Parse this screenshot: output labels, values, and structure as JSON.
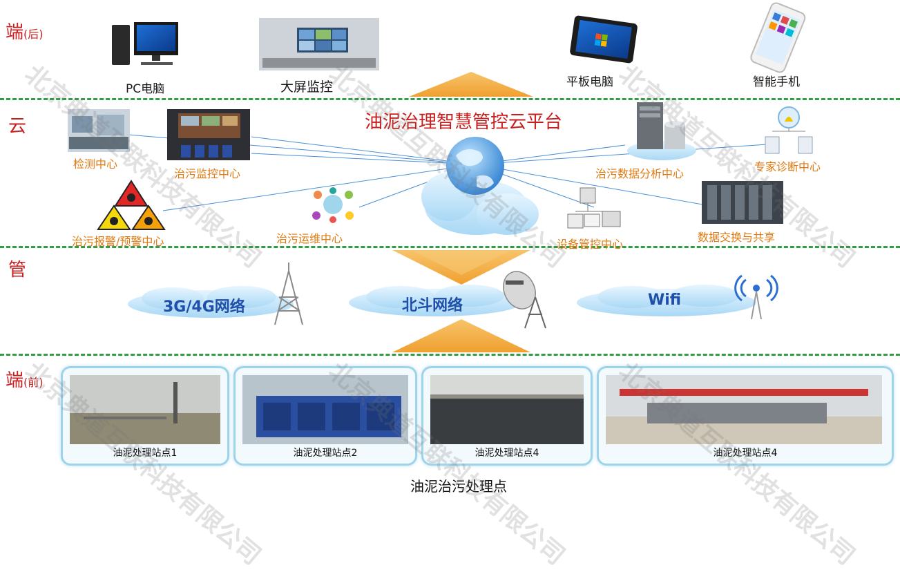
{
  "layers": {
    "end_back": {
      "main": "端",
      "sub": "(后)"
    },
    "cloud": {
      "main": "云"
    },
    "pipe": {
      "main": "管"
    },
    "end_front": {
      "main": "端",
      "sub": "(前)"
    }
  },
  "terminals": {
    "pc": "PC电脑",
    "big_screen": "大屏监控",
    "tablet": "平板电脑",
    "phone": "智能手机"
  },
  "platform_title": "油泥治理智慧管控云平台",
  "cloud_nodes": {
    "detect": "检测中心",
    "monitor": "治污监控中心",
    "alarm": "治污报警/预警中心",
    "ops": "治污运维中心",
    "device": "设备管控中心",
    "data_analysis": "治污数据分析中心",
    "expert": "专家诊断中心",
    "exchange": "数据交换与共享"
  },
  "networks": {
    "mobile": "3G/4G网络",
    "beidou": "北斗网络",
    "wifi": "Wifi"
  },
  "sites": [
    {
      "label": "油泥处理站点1"
    },
    {
      "label": "油泥处理站点2"
    },
    {
      "label": "油泥处理站点4"
    },
    {
      "label": "油泥处理站点4"
    }
  ],
  "sites_title": "油泥治污处理点",
  "watermark": "北京典道互联科技有限公司",
  "colors": {
    "layer_label": "#c81e1e",
    "node_text": "#e07a10",
    "divider": "#2f9e44",
    "arrow": "#f2a93b",
    "network_text": "#1f4fa8"
  }
}
